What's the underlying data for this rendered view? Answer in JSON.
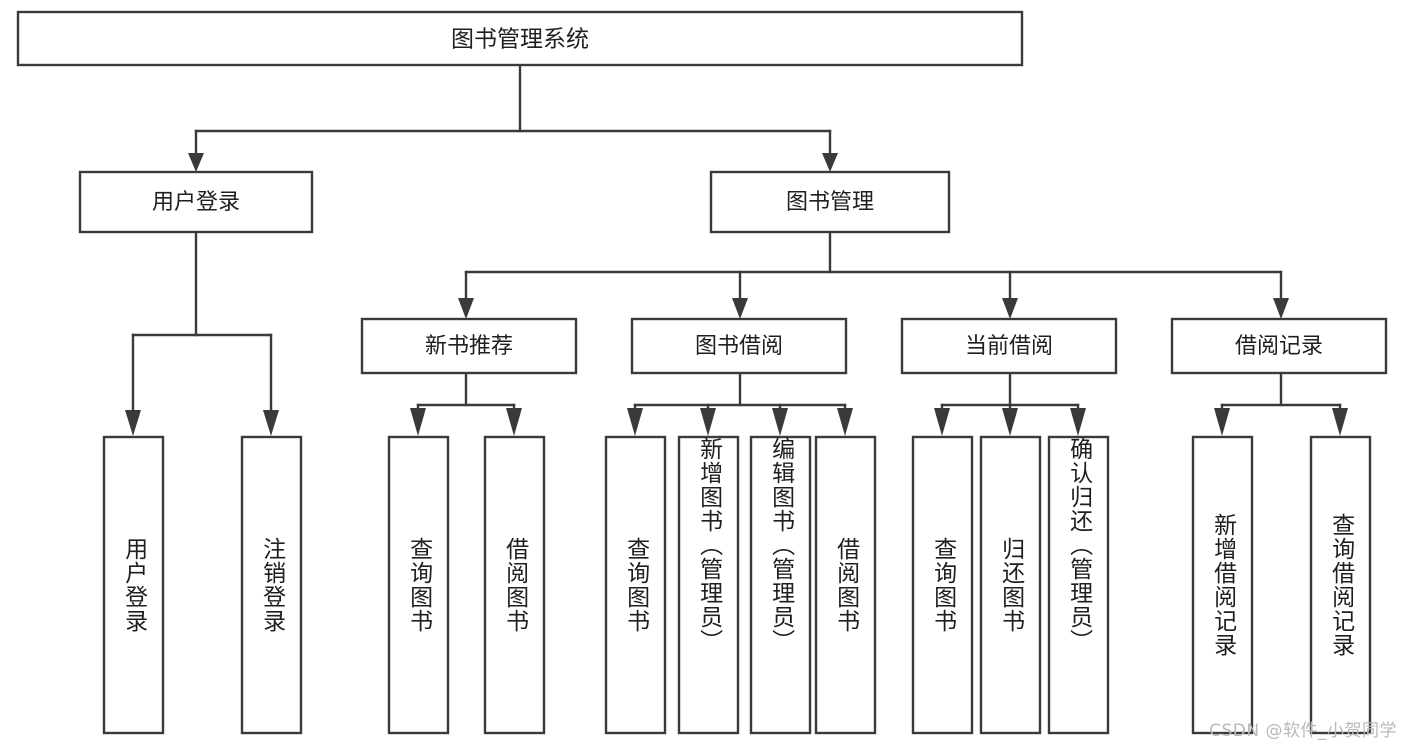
{
  "diagram": {
    "type": "tree-hierarchy",
    "title": "图书管理系统",
    "background_color": "#ffffff",
    "line_color": "#3a3a3a",
    "text_color": "#1f1f1f",
    "root": {
      "label": "图书管理系统"
    },
    "level2": [
      {
        "label": "用户登录"
      },
      {
        "label": "图书管理"
      }
    ],
    "level3": [
      {
        "label": "新书推荐"
      },
      {
        "label": "图书借阅"
      },
      {
        "label": "当前借阅"
      },
      {
        "label": "借阅记录"
      }
    ],
    "leaves": {
      "user_login": [
        {
          "label": "用户登录"
        },
        {
          "label": "注销登录"
        }
      ],
      "new_book_recommend": [
        {
          "label": "查询图书"
        },
        {
          "label": "借阅图书"
        }
      ],
      "book_borrow": [
        {
          "label": "查询图书"
        },
        {
          "label": "新增图书（管理员）"
        },
        {
          "label": "编辑图书（管理员）"
        },
        {
          "label": "借阅图书"
        }
      ],
      "current_borrow": [
        {
          "label": "查询图书"
        },
        {
          "label": "归还图书"
        },
        {
          "label": "确认归还（管理员）"
        }
      ],
      "borrow_record": [
        {
          "label": "新增借阅记录"
        },
        {
          "label": "查询借阅记录"
        }
      ]
    },
    "watermark": "CSDN @软件_小贺同学"
  }
}
